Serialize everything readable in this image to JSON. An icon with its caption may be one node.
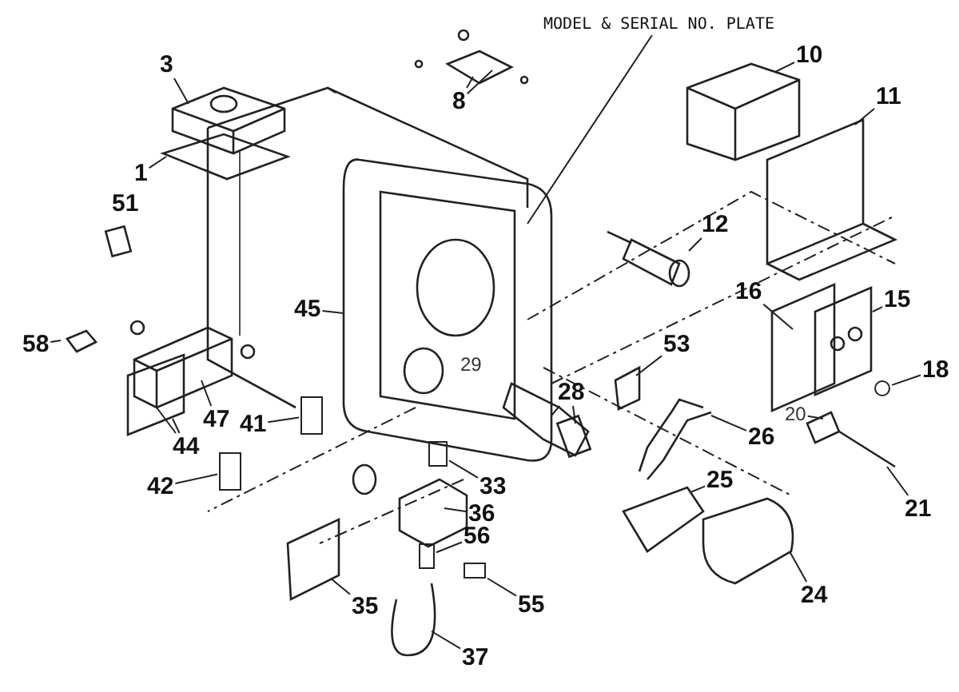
{
  "diagram": {
    "nodes": [
      {
        "text": [
          "MODEL & SERIAL NO. PLATE"
        ]
      },
      {
        "text": [
          "3"
        ]
      },
      {
        "text": [
          "8"
        ]
      },
      {
        "text": [
          "10"
        ]
      },
      {
        "text": [
          "11"
        ]
      },
      {
        "text": [
          "1"
        ]
      },
      {
        "text": [
          "12"
        ]
      },
      {
        "text": [
          "45"
        ]
      },
      {
        "text": [
          "16"
        ]
      },
      {
        "text": [
          "15"
        ]
      },
      {
        "text": [
          "58"
        ]
      },
      {
        "text": [
          "53"
        ]
      },
      {
        "text": [
          "18"
        ]
      },
      {
        "text": [
          "47"
        ]
      },
      {
        "text": [
          "41"
        ]
      },
      {
        "text": [
          "28"
        ]
      },
      {
        "text": [
          "26"
        ]
      },
      {
        "text": [
          "20"
        ]
      },
      {
        "text": [
          "44"
        ]
      },
      {
        "text": [
          "42"
        ]
      },
      {
        "text": [
          "33"
        ]
      },
      {
        "text": [
          "21"
        ]
      },
      {
        "text": [
          "25"
        ]
      },
      {
        "text": [
          "36"
        ]
      },
      {
        "text": [
          "56"
        ]
      },
      {
        "text": [
          "35"
        ]
      },
      {
        "text": [
          "55"
        ]
      },
      {
        "text": [
          "24"
        ]
      },
      {
        "text": [
          "37"
        ]
      },
      {
        "text": [],
        "shape": "circle"
      },
      {
        "text": [],
        "shape": "box"
      },
      {
        "text": [],
        "shape": "box"
      },
      {
        "text": [],
        "shape": "box"
      },
      {
        "text": [],
        "shape": "box"
      },
      {
        "text": [],
        "shape": "box"
      }
    ],
    "edges": [
      {
        "from": 0,
        "to": null,
        "arrow": "none"
      },
      {
        "from": 1,
        "to": null,
        "arrow": "none"
      },
      {
        "from": 2,
        "to": null,
        "arrow": "none"
      },
      {
        "from": 2,
        "to": null,
        "arrow": "none"
      },
      {
        "from": 3,
        "to": null,
        "arrow": "none"
      },
      {
        "from": 4,
        "to": null,
        "arrow": "none"
      },
      {
        "from": 5,
        "to": null,
        "arrow": "none"
      },
      {
        "from": 6,
        "to": null,
        "arrow": "none"
      },
      {
        "from": 7,
        "to": null,
        "arrow": "none"
      },
      {
        "from": 8,
        "to": null,
        "arrow": "none"
      },
      {
        "from": 9,
        "to": null,
        "arrow": "none"
      },
      {
        "from": 10,
        "to": null,
        "arrow": "none"
      },
      {
        "from": 11,
        "to": null,
        "arrow": "none"
      },
      {
        "from": 12,
        "to": 29,
        "arrow": "none"
      },
      {
        "from": 13,
        "to": null,
        "arrow": "none"
      },
      {
        "from": 14,
        "to": 30,
        "arrow": "none"
      },
      {
        "from": 15,
        "to": null,
        "arrow": "none"
      },
      {
        "from": 15,
        "to": null,
        "arrow": "none"
      },
      {
        "from": 16,
        "to": null,
        "arrow": "none"
      },
      {
        "from": 17,
        "to": null,
        "arrow": "none"
      },
      {
        "from": 18,
        "to": null,
        "arrow": "none"
      },
      {
        "from": 18,
        "to": null,
        "arrow": "none"
      },
      {
        "from": 19,
        "to": 31,
        "arrow": "none"
      },
      {
        "from": 20,
        "to": 32,
        "arrow": "none"
      },
      {
        "from": 21,
        "to": null,
        "arrow": "none"
      },
      {
        "from": 22,
        "to": null,
        "arrow": "none"
      },
      {
        "from": 23,
        "to": null,
        "arrow": "none"
      },
      {
        "from": 24,
        "to": 33,
        "arrow": "none"
      },
      {
        "from": 25,
        "to": null,
        "arrow": "none"
      },
      {
        "from": 26,
        "to": 34,
        "arrow": "none"
      },
      {
        "from": 27,
        "to": null,
        "arrow": "none"
      },
      {
        "from": 28,
        "to": null,
        "arrow": "none"
      }
    ],
    "labels": [
      "51",
      "29"
    ]
  }
}
